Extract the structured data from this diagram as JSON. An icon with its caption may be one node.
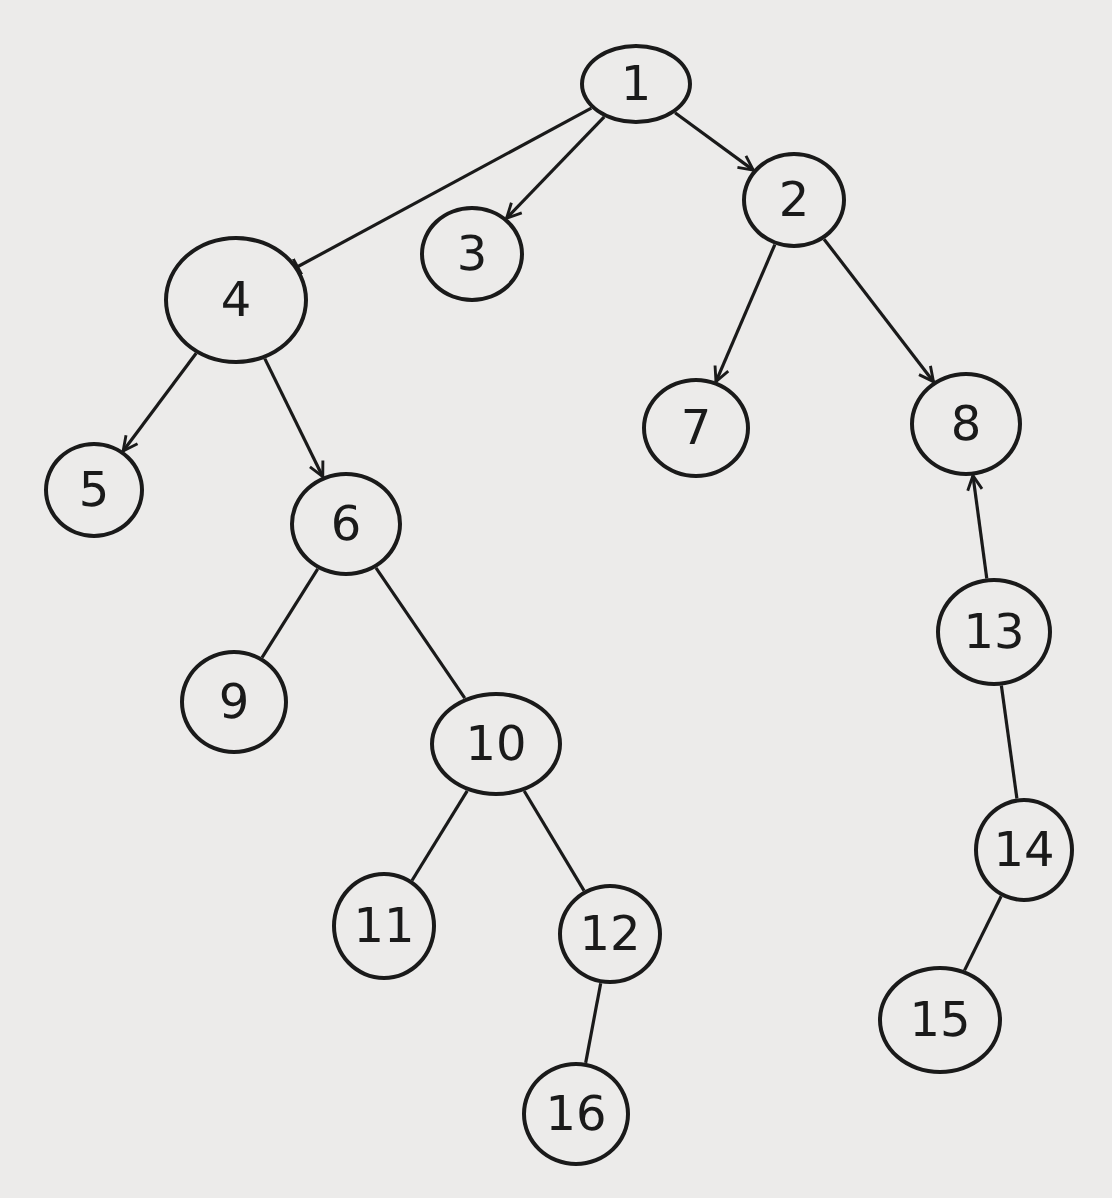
{
  "diagram": {
    "nodes": [
      {
        "text": [
          "1"
        ]
      },
      {
        "text": [
          "4"
        ]
      },
      {
        "text": [
          "3"
        ]
      },
      {
        "text": [
          "2"
        ]
      },
      {
        "text": [
          "5"
        ]
      },
      {
        "text": [
          "6"
        ]
      },
      {
        "text": [
          "7"
        ]
      },
      {
        "text": [
          "8"
        ]
      },
      {
        "text": [
          "9"
        ]
      },
      {
        "text": [
          "10"
        ]
      },
      {
        "text": [
          "13"
        ]
      },
      {
        "text": [
          "11"
        ]
      },
      {
        "text": [
          "12"
        ]
      },
      {
        "text": [
          "16"
        ]
      },
      {
        "text": [
          "14"
        ]
      },
      {
        "text": [
          "15"
        ]
      }
    ],
    "edges": [
      {
        "from": 0,
        "to": 1,
        "arrow": "other"
      },
      {
        "from": 0,
        "to": 2,
        "arrow": "to"
      },
      {
        "from": 0,
        "to": 3,
        "arrow": "to"
      },
      {
        "from": 1,
        "to": 4,
        "arrow": "to"
      },
      {
        "from": 1,
        "to": 5,
        "arrow": "to"
      },
      {
        "from": 3,
        "to": 6,
        "arrow": "to"
      },
      {
        "from": 3,
        "to": 7,
        "arrow": "to"
      },
      {
        "from": 5,
        "to": 8,
        "arrow": "none"
      },
      {
        "from": 5,
        "to": 9,
        "arrow": "none"
      },
      {
        "from": 10,
        "to": 7,
        "arrow": "to"
      },
      {
        "from": 9,
        "to": 11,
        "arrow": "none"
      },
      {
        "from": 9,
        "to": 12,
        "arrow": "none"
      },
      {
        "from": 12,
        "to": 13,
        "arrow": "none"
      },
      {
        "from": 10,
        "to": 14,
        "arrow": "none"
      },
      {
        "from": 14,
        "to": 15,
        "arrow": "none"
      }
    ]
  }
}
